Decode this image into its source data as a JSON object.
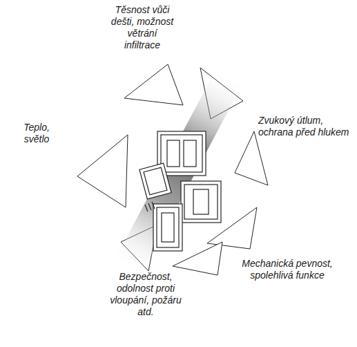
{
  "diagram": {
    "labels": [
      "Těsnost vůči dešti, možnost větrání infiltrace",
      "Zvukový útlum, ochrana před hlukem",
      "Mechanická pevnost, spolehlivá funkce",
      "Bezpečnost, odolnost proti vloupání, požáru atd.",
      "Teplo, světlo"
    ]
  }
}
